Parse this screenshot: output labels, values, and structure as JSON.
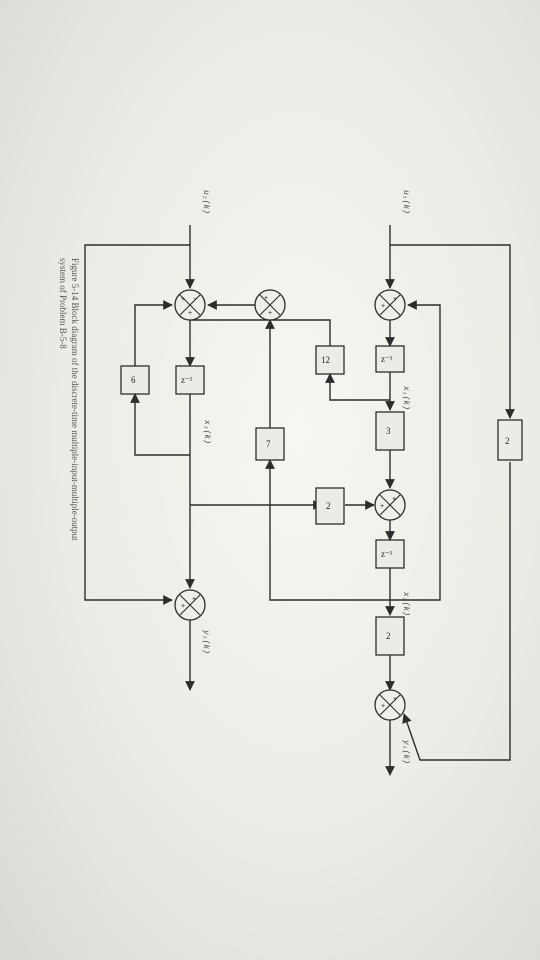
{
  "signals": {
    "u1": "u₁(k)",
    "u2": "u₂(k)",
    "x1": "x₁(k)",
    "x2": "x₂(k)",
    "x3": "x₃(k)",
    "y1": "y₁(k)",
    "y2": "y₂(k)"
  },
  "blocks": {
    "gain_top": "2",
    "delay_1": "z⁻¹",
    "gain_12": "12",
    "gain_3": "3",
    "gain_2_mid": "2",
    "delay_2": "z⁻¹",
    "gain_2_out": "2",
    "gain_7": "7",
    "delay_3": "z⁻¹",
    "gain_6": "6"
  },
  "caption": {
    "line1": "Figure 5-14  Block diagram of the discrete-time multiple-input-multiple-output",
    "line2": "system of Problem B-5-8"
  }
}
